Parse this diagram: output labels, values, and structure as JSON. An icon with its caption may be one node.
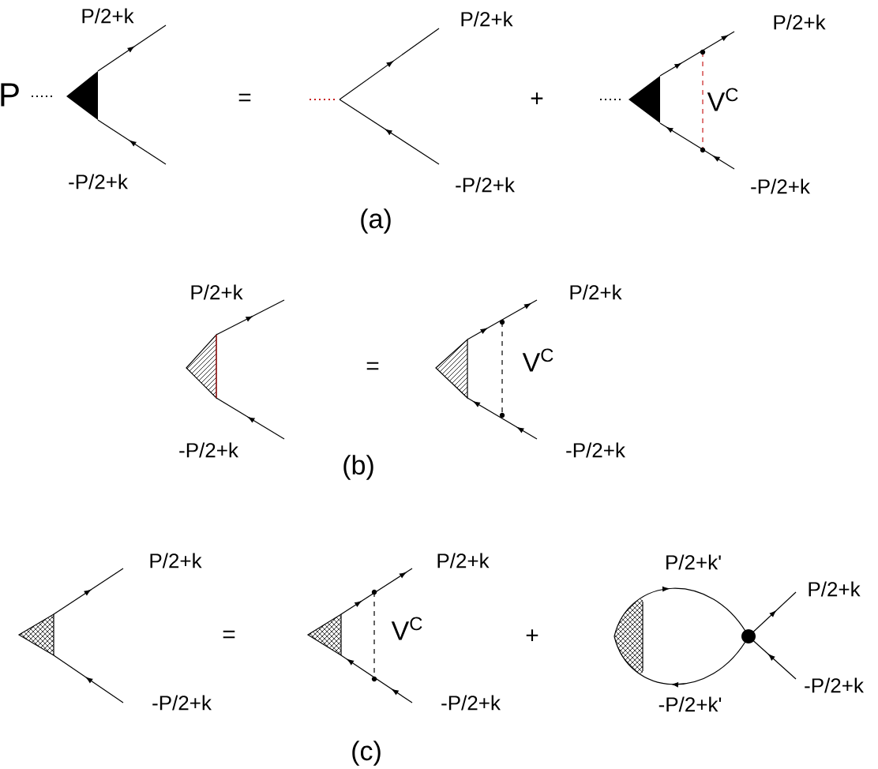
{
  "diagram": {
    "labels": [
      "P/2+k",
      "P/2+k",
      "P/2+k",
      "P",
      "=",
      "+",
      "V$^{C}$",
      "-P/2+k",
      "-P/2+k",
      "-P/2+k",
      "(a)",
      "P/2+k",
      "P/2+k",
      "V$^{C}$",
      "=",
      "-P/2+k",
      "-P/2+k",
      "(b)",
      "P/2+k",
      "P/2+k",
      "P/2+k'",
      "P/2+k",
      "V$^{C}$",
      "=",
      "+",
      "-P/2+k",
      "-P/2+k",
      "-P/2+k'",
      "-P/2+k",
      "(c)"
    ]
  }
}
